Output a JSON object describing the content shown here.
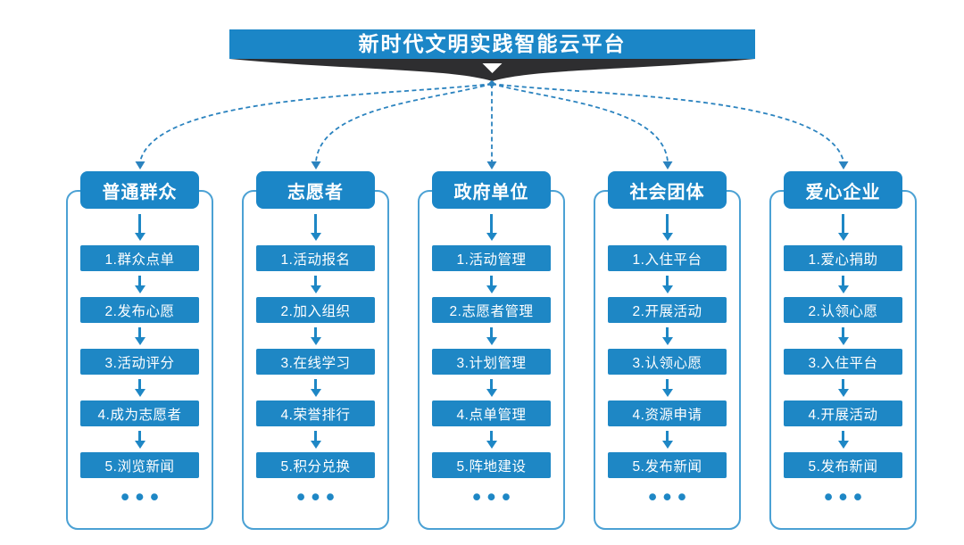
{
  "title": "新时代文明实践智能云平台",
  "more_label": "•••",
  "colors": {
    "banner_blue": "#1b86c7",
    "box_blue": "#1e87c5",
    "frame_blue": "#4ba1d4",
    "connector_blue": "#2b83bf",
    "ribbon_dark": "#2e2e30",
    "text_white": "#ffffff"
  },
  "columns": [
    {
      "header": "普通群众",
      "items": [
        "1.群众点单",
        "2.发布心愿",
        "3.活动评分",
        "4.成为志愿者",
        "5.浏览新闻"
      ]
    },
    {
      "header": "志愿者",
      "items": [
        "1.活动报名",
        "2.加入组织",
        "3.在线学习",
        "4.荣誉排行",
        "5.积分兑换"
      ]
    },
    {
      "header": "政府单位",
      "items": [
        "1.活动管理",
        "2.志愿者管理",
        "3.计划管理",
        "4.点单管理",
        "5.阵地建设"
      ]
    },
    {
      "header": "社会团体",
      "items": [
        "1.入住平台",
        "2.开展活动",
        "3.认领心愿",
        "4.资源申请",
        "5.发布新闻"
      ]
    },
    {
      "header": "爱心企业",
      "items": [
        "1.爱心捐助",
        "2.认领心愿",
        "3.入住平台",
        "4.开展活动",
        "5.发布新闻"
      ]
    }
  ]
}
